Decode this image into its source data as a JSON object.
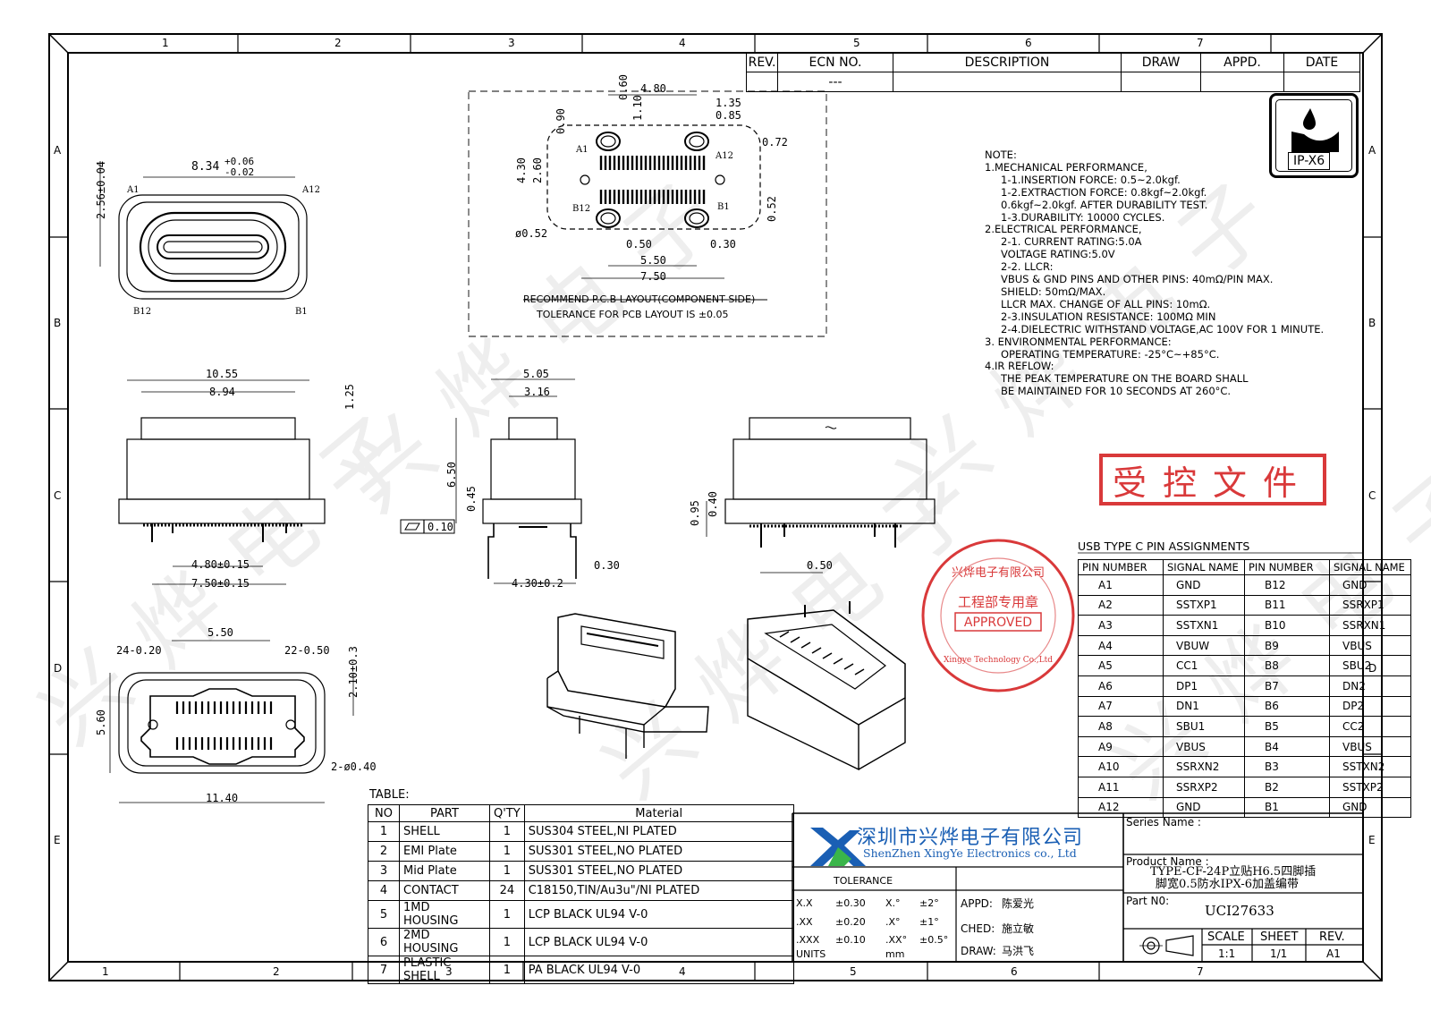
{
  "border": {
    "col_labels_top": [
      "1",
      "2",
      "3",
      "4",
      "5",
      "6",
      "7"
    ],
    "col_labels_bottom": [
      "1",
      "2",
      "3",
      "4",
      "5",
      "6",
      "7"
    ],
    "row_labels_left": [
      "A",
      "B",
      "C",
      "D",
      "E"
    ],
    "row_labels_right": [
      "A",
      "B",
      "C",
      "D",
      "E"
    ]
  },
  "revision_table": {
    "headers": [
      "REV.",
      "ECN NO.",
      "DESCRIPTION",
      "DRAW",
      "APPD.",
      "DATE"
    ],
    "ecn_value": "---"
  },
  "ip_badge": {
    "label": "IP-X6"
  },
  "notes": [
    "NOTE:",
    "1.MECHANICAL PERFORMANCE,",
    "   1-1.INSERTION FORCE: 0.5~2.0kgf.",
    "   1-2.EXTRACTION FORCE: 0.8kgf~2.0kgf.",
    "         0.6kgf~2.0kgf. AFTER DURABILITY TEST.",
    "   1-3.DURABILITY: 10000 CYCLES.",
    "2.ELECTRICAL PERFORMANCE,",
    "   2-1. CURRENT RATING:5.0A",
    "          VOLTAGE RATING:5.0V",
    "   2-2. LLCR:",
    "          VBUS & GND PINS AND OTHER PINS: 40mΩ/PIN MAX.",
    "          SHIELD: 50mΩ/MAX.",
    "          LLCR MAX. CHANGE OF ALL PINS: 10mΩ.",
    "   2-3.INSULATION RESISTANCE: 100MΩ  MIN",
    "   2-4.DIELECTRIC WITHSTAND VOLTAGE,AC 100V FOR 1 MINUTE.",
    "3. ENVIRONMENTAL PERFORMANCE:",
    "   OPERATING TEMPERATURE: -25°C~+85°C.",
    "4.IR REFLOW:",
    "   THE PEAK TEMPERATURE ON THE BOARD SHALL",
    "   BE MAINTAINED FOR 10 SECONDS AT 260°C."
  ],
  "controlled_stamp": "受控文件",
  "approved_seal": {
    "top": "兴烨电子有限公司",
    "middle": "工程部专用章",
    "label": "APPROVED",
    "ring_text": "Xingye Technology Co.,Ltd"
  },
  "pin_table": {
    "title": "USB TYPE C PIN ASSIGNMENTS",
    "headers": [
      "PIN NUMBER",
      "SIGNAL NAME",
      "PIN NUMBER",
      "SIGNAL NAME"
    ],
    "rows": [
      [
        "A1",
        "GND",
        "B12",
        "GND"
      ],
      [
        "A2",
        "SSTXP1",
        "B11",
        "SSRXP1"
      ],
      [
        "A3",
        "SSTXN1",
        "B10",
        "SSRXN1"
      ],
      [
        "A4",
        "VBUW",
        "B9",
        "VBUS"
      ],
      [
        "A5",
        "CC1",
        "B8",
        "SBU2"
      ],
      [
        "A6",
        "DP1",
        "B7",
        "DN2"
      ],
      [
        "A7",
        "DN1",
        "B6",
        "DP2"
      ],
      [
        "A8",
        "SBU1",
        "B5",
        "CC2"
      ],
      [
        "A9",
        "VBUS",
        "B4",
        "VBUS"
      ],
      [
        "A10",
        "SSRXN2",
        "B3",
        "SSTXN2"
      ],
      [
        "A11",
        "SSRXP2",
        "B2",
        "SSTXP2"
      ],
      [
        "A12",
        "GND",
        "B1",
        "GND"
      ]
    ]
  },
  "bom": {
    "title": "TABLE:",
    "headers": [
      "NO",
      "PART",
      "Q'TY",
      "Material"
    ],
    "rows": [
      [
        "1",
        "SHELL",
        "1",
        "SUS304 STEEL,NI PLATED"
      ],
      [
        "2",
        "EMI Plate",
        "1",
        "SUS301 STEEL,NO PLATED"
      ],
      [
        "3",
        "Mid Plate",
        "1",
        "SUS301 STEEL,NO PLATED"
      ],
      [
        "4",
        "CONTACT",
        "24",
        "C18150,TIN/Au3u\"/NI PLATED"
      ],
      [
        "5",
        "1MD HOUSING",
        "1",
        "LCP BLACK UL94 V-0"
      ],
      [
        "6",
        "2MD HOUSING",
        "1",
        "LCP BLACK UL94 V-0"
      ],
      [
        "7",
        "PLASTIC SHELL",
        "1",
        "PA BLACK UL94 V-0"
      ]
    ]
  },
  "title_block": {
    "company_cn": "深圳市兴烨电子有限公司",
    "company_en": "ShenZhen XingYe Electronics co., Ltd",
    "tolerance_label": "TOLERANCE",
    "tolerances": [
      [
        "X.X",
        "±0.30",
        "X.°",
        "±2°"
      ],
      [
        ".XX",
        "±0.20",
        ".X°",
        "±1°"
      ],
      [
        ".XXX",
        "±0.10",
        ".XX°",
        "±0.5°"
      ]
    ],
    "units_label": "UNITS",
    "units_value": "mm",
    "appd_label": "APPD:",
    "appd_name": "陈爱光",
    "ched_label": "CHED:",
    "ched_name": "施立敏",
    "draw_label": "DRAW:",
    "draw_name": "马洪飞",
    "series_label": "Series Name :",
    "product_label": "Product Name :",
    "product_line1": "TYPE-CF-24P立贴H6.5四脚插",
    "product_line2": "脚宽0.5防水IPX-6加盖编带",
    "part_label": "Part N0:",
    "part_no": "UCI27633",
    "scale_label": "SCALE",
    "scale_value": "1:1",
    "sheet_label": "SHEET",
    "sheet_value": "1/1",
    "rev_label": "REV.",
    "rev_value": "A1"
  },
  "pcb_layout": {
    "caption": "RECOMMEND P.C.B LAYOUT(COMPONENT SIDE)",
    "tolerance": "TOLERANCE FOR PCB LAYOUT IS ±0.05",
    "dims": [
      "4.80",
      "1.35",
      "0.85",
      "0.60",
      "1.10",
      "0.90",
      "0.72",
      "4.30",
      "2.60",
      "0.52",
      "ø0.52",
      "0.50",
      "0.30",
      "5.50",
      "7.50",
      "A1",
      "A12",
      "B12",
      "B1"
    ]
  },
  "front_view": {
    "dims": [
      "8.34",
      "+0.06",
      "-0.02",
      "2.56±0.04",
      "A1",
      "A12",
      "B12",
      "B1"
    ]
  },
  "side_view_1": {
    "dims": [
      "10.55",
      "8.94",
      "1.25",
      "4.80±0.15",
      "7.50±0.15"
    ]
  },
  "side_view_2": {
    "dims": [
      "5.05",
      "3.16",
      "6.50",
      "0.45",
      "0.10",
      "0.30",
      "4.30±0.2"
    ]
  },
  "side_view_3": {
    "dims": [
      "0.95",
      "0.40",
      "0.50"
    ]
  },
  "bottom_view": {
    "dims": [
      "5.50",
      "24-0.20",
      "22-0.50",
      "2.10±0.3",
      "5.60",
      "2-ø0.40",
      "11.40"
    ]
  },
  "watermark_text": "兴烨电子"
}
